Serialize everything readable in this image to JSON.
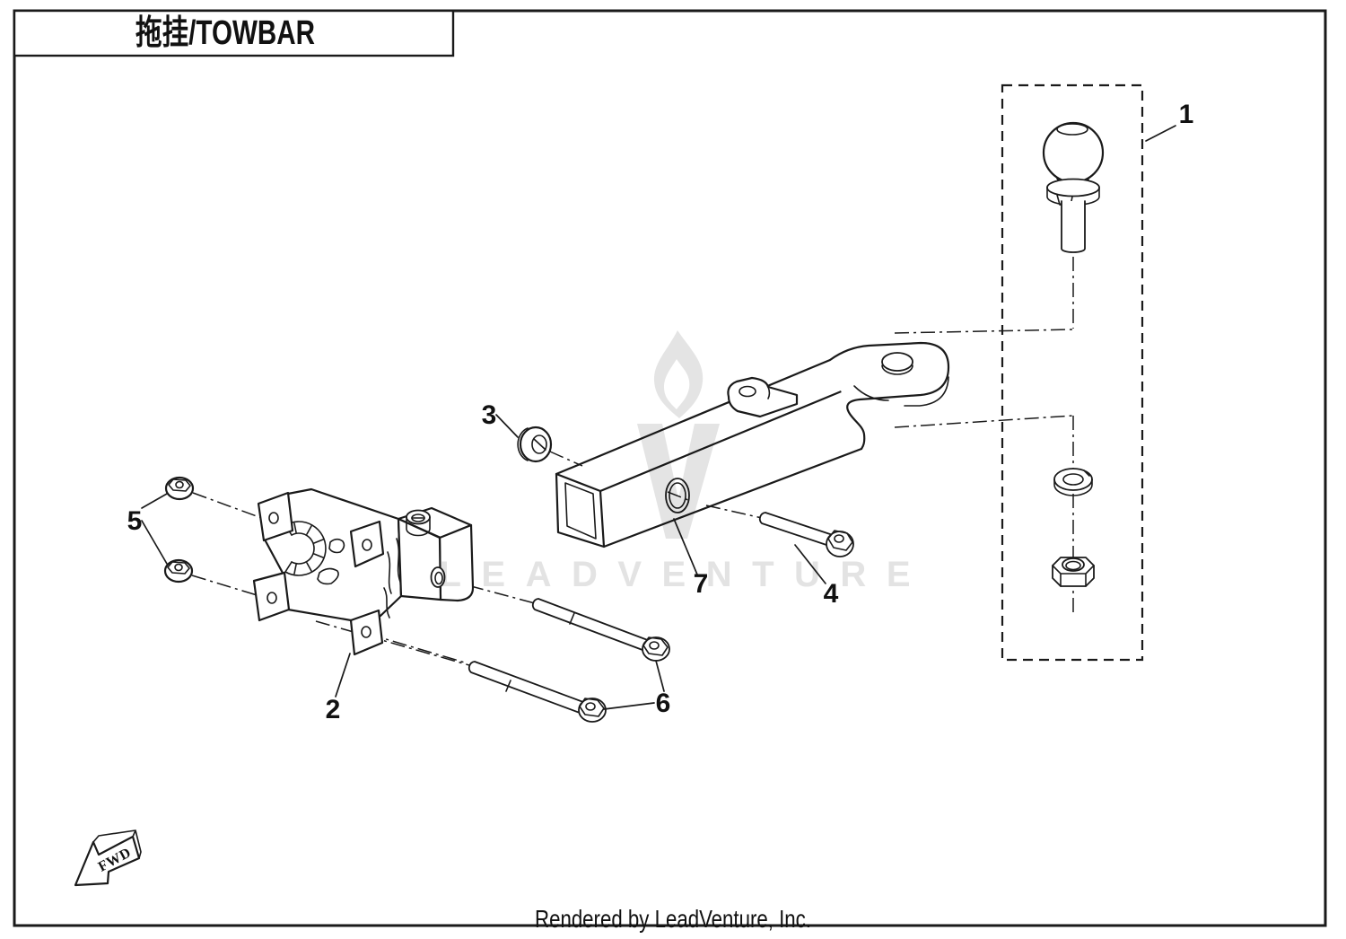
{
  "title": {
    "label": "拖挂/TOWBAR"
  },
  "callouts": [
    {
      "label": "1"
    },
    {
      "label": "2"
    },
    {
      "label": "3"
    },
    {
      "label": "4"
    },
    {
      "label": "5"
    },
    {
      "label": "6"
    },
    {
      "label": "7"
    }
  ],
  "watermark": {
    "text": "LEADVENTURE"
  },
  "direction_indicator": {
    "label": "FWD"
  },
  "footer": {
    "text": "Rendered by LeadVenture, Inc."
  },
  "colors": {
    "line": "#1a1a1a",
    "watermark": "#e4e4e4",
    "background": "#ffffff"
  }
}
